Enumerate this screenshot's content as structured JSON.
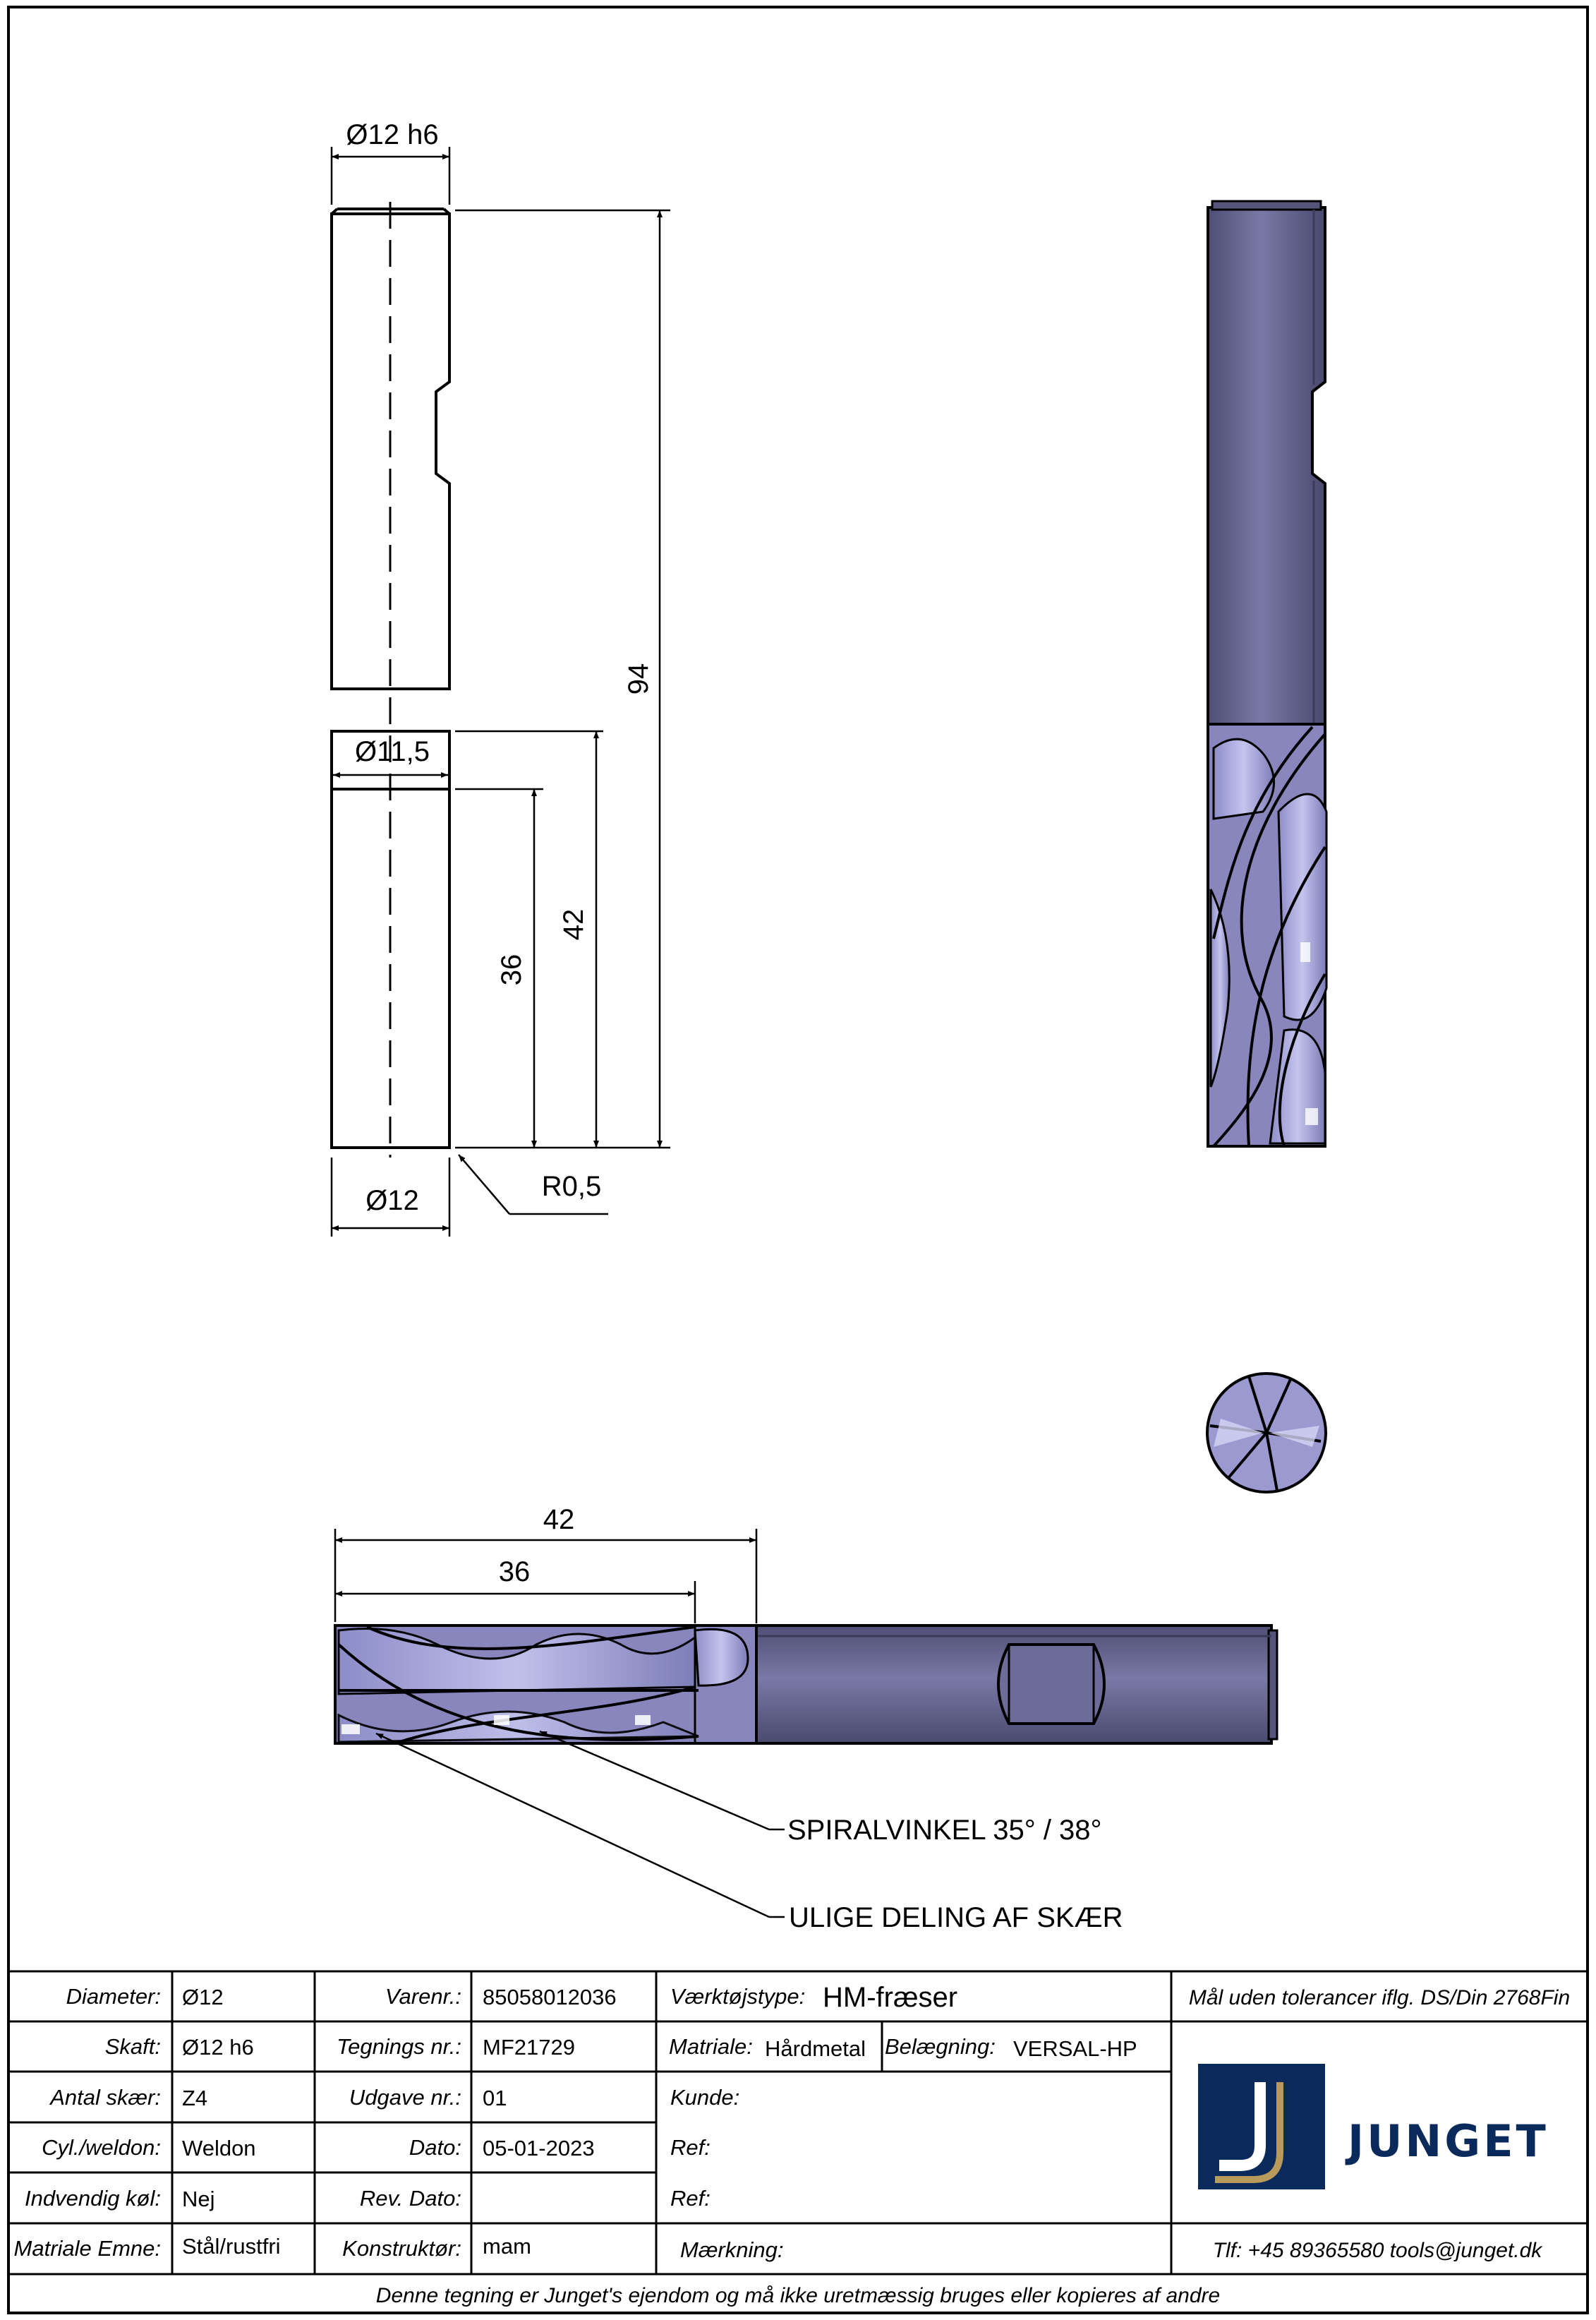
{
  "dimensions": {
    "shank_diameter": "Ø12 h6",
    "neck_diameter": "Ø11,5",
    "cutting_diameter": "Ø12",
    "overall_length": "94",
    "reach_length": "42",
    "flute_length": "36",
    "corner_radius": "R0,5",
    "side_reach_length": "42",
    "side_flute_length": "36"
  },
  "annotations": {
    "helix_angle": "SPIRALVINKEL 35° / 38°",
    "unequal_spacing": "ULIGE DELING AF SKÆR"
  },
  "title_block": {
    "col1": [
      {
        "label": "Diameter:",
        "value": "Ø12"
      },
      {
        "label": "Skaft:",
        "value": "Ø12 h6"
      },
      {
        "label": "Antal skær:",
        "value": "Z4"
      },
      {
        "label": "Cyl./weldon:",
        "value": "Weldon"
      },
      {
        "label": "Indvendig køl:",
        "value": "Nej"
      },
      {
        "label": "Matriale Emne:",
        "value": "Stål/rustfri"
      }
    ],
    "col2": [
      {
        "label": "Varenr.:",
        "value": "85058012036"
      },
      {
        "label": "Tegnings nr.:",
        "value": "MF21729"
      },
      {
        "label": "Udgave nr.:",
        "value": "01"
      },
      {
        "label": "Dato:",
        "value": "05-01-2023"
      },
      {
        "label": "Rev. Dato:",
        "value": ""
      },
      {
        "label": "Konstruktør:",
        "value": "mam"
      }
    ],
    "tool_type_label": "Værktøjstype:",
    "tool_type_value": "HM-fræser",
    "material_label": "Matriale:",
    "material_value": "Hårdmetal",
    "coating_label": "Belægning:",
    "coating_value": "VERSAL-HP",
    "customer_label": "Kunde:",
    "ref1_label": "Ref:",
    "ref2_label": "Ref:",
    "marking_label": "Mærkning:",
    "tolerance_note": "Mål uden tolerancer iflg. DS/Din 2768Fin",
    "contact": "Tlf: +45 89365580  tools@junget.dk",
    "company": "JUNGET",
    "footer": "Denne tegning er Junget's ejendom og må ikke uretmæssig bruges eller kopieres af andre"
  },
  "colors": {
    "tool_body": "#5f5e86",
    "flute_light": "#a8a8dc",
    "logo_navy": "#0b2a5c",
    "logo_gold": "#b89a5a"
  }
}
